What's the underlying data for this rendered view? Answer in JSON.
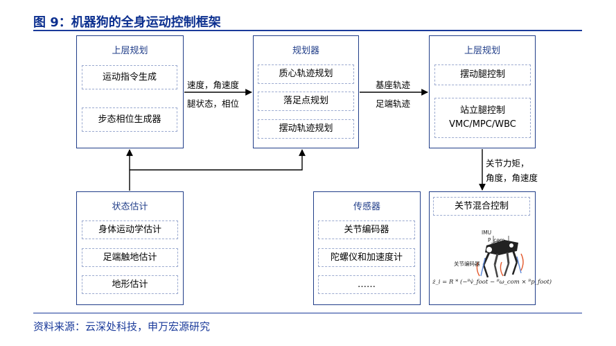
{
  "title": "图 9：机器狗的全身运动控制框架",
  "source": "资料来源：云深处科技，申万宏源研究",
  "boxes": {
    "upper_plan_left": {
      "title": "上层规划",
      "items": [
        "运动指令生成",
        "步态相位生成器"
      ]
    },
    "planner": {
      "title": "规划器",
      "items": [
        "质心轨迹规划",
        "落足点规划",
        "摆动轨迹规划"
      ]
    },
    "upper_plan_right": {
      "title": "上层规划",
      "items": [
        "摆动腿控制",
        "站立腿控制\nVMC/MPC/WBC"
      ]
    },
    "state_est": {
      "title": "状态估计",
      "items": [
        "身体运动学估计",
        "足端触地估计",
        "地形估计"
      ]
    },
    "sensors": {
      "title": "传感器",
      "items": [
        "关节编码器",
        "陀螺仪和加速度计",
        "……"
      ]
    },
    "joint_ctrl": {
      "title": "关节混合控制"
    }
  },
  "arrow_labels": {
    "left_to_planner_1": "速度，角速度",
    "left_to_planner_2": "腿状态，相位",
    "planner_to_right_1": "基座轨迹",
    "planner_to_right_2": "足端轨迹",
    "right_to_joint_1": "关节力矩，",
    "right_to_joint_2": "角度，角速度"
  },
  "robot_figure": {
    "imu_label": "IMU",
    "pcom_label": "P_com",
    "encoder_label": "关节编码器",
    "formula": "ż_i = R * (−ᴮv̇_foot − ᴮω_com × ᴮp_foot)"
  }
}
